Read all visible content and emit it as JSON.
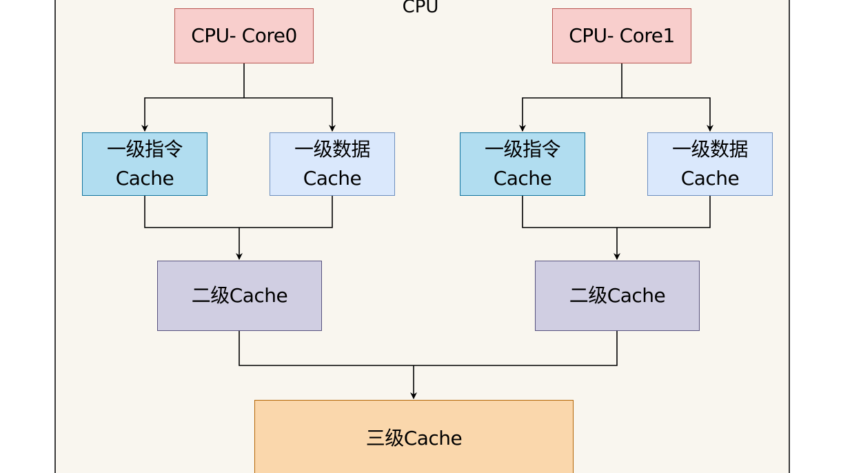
{
  "diagram": {
    "container_title": "CPU",
    "cores": [
      {
        "label": "CPU- Core0",
        "l1_instruction": {
          "line1": "一级指令",
          "line2": "Cache"
        },
        "l1_data": {
          "line1": "一级数据",
          "line2": "Cache"
        },
        "l2": "二级Cache"
      },
      {
        "label": "CPU- Core1",
        "l1_instruction": {
          "line1": "一级指令",
          "line2": "Cache"
        },
        "l1_data": {
          "line1": "一级数据",
          "line2": "Cache"
        },
        "l2": "二级Cache"
      }
    ],
    "l3": "三级Cache",
    "colors": {
      "core_fill": "#f8cecc",
      "core_stroke": "#b85450",
      "l1_instruction_fill": "#b1ddf0",
      "l1_instruction_stroke": "#10739e",
      "l1_data_fill": "#dae8fc",
      "l1_data_stroke": "#6c8ebf",
      "l2_fill": "#d0cee2",
      "l2_stroke": "#56517e",
      "l3_fill": "#fad7ac",
      "l3_stroke": "#b46504",
      "container_fill": "#f9f6ef"
    }
  }
}
